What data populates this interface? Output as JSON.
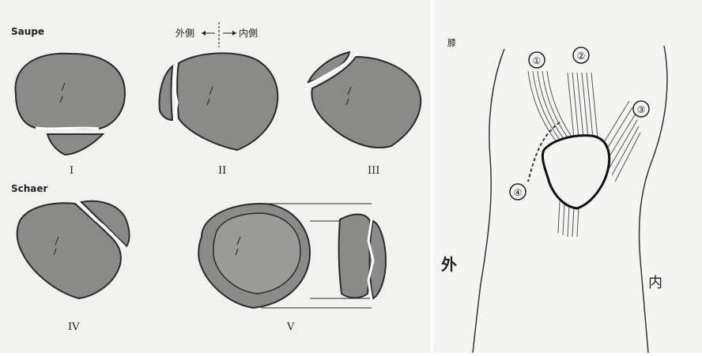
{
  "left_panel": {
    "saupe_label": "Saupe",
    "schaer_label": "Schaer",
    "direction": {
      "lateral": "外側",
      "medial": "内側"
    },
    "types": [
      "I",
      "II",
      "III",
      "IV",
      "V"
    ]
  },
  "right_panel": {
    "corner_mark": "膝",
    "markers": [
      "①",
      "②",
      "③",
      "④"
    ],
    "lateral_label": "外",
    "medial_label": "内"
  }
}
